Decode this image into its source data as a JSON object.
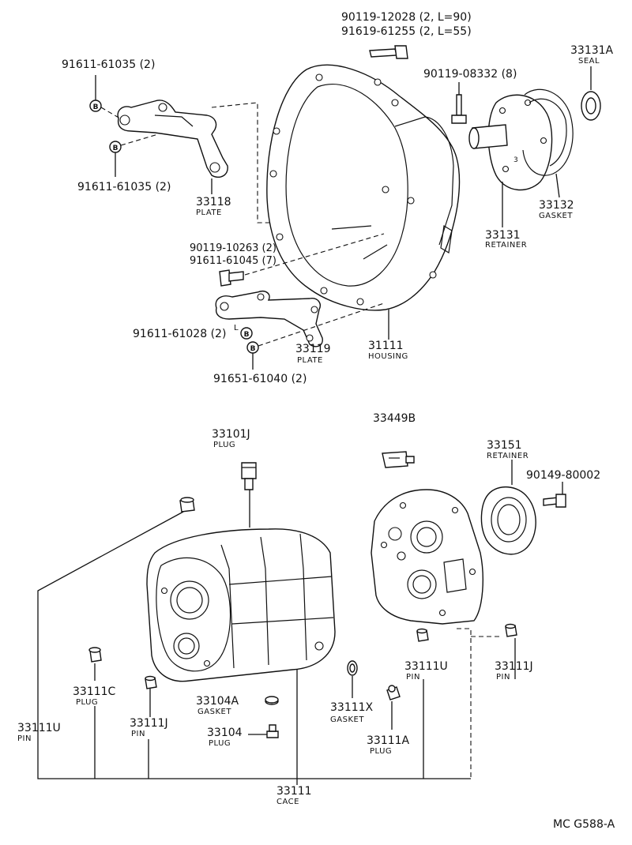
{
  "callouts": {
    "bolt_33118_upper": "91611-61035 (2)",
    "bolt_33118_lower": "91611-61035 (2)",
    "plate_33118_no": "33118",
    "plate_33118_name": "PLATE",
    "bolt_top_1": "90119-12028 (2, L=90)",
    "bolt_top_2": "91619-61255 (2, L=55)",
    "bolt_retainer": "90119-08332 (8)",
    "seal_no": "33131A",
    "seal_name": "SEAL",
    "gasket_33132_no": "33132",
    "gasket_33132_name": "GASKET",
    "retainer_33131_no": "33131",
    "retainer_33131_name": "RETAINER",
    "bolt_housing_1": "90119-10263 (2)",
    "bolt_housing_2": "91611-61045 (7)",
    "bolt_33119": "91611-61028 (2)",
    "bolt_33119_lower": "91651-61040 (2)",
    "plate_33119_no": "33119",
    "plate_33119_name": "PLATE",
    "housing_no": "31111",
    "housing_name": "HOUSING",
    "plug_33101j_no": "33101J",
    "plug_33101j_name": "PLUG",
    "part_33449b": "33449B",
    "retainer_33151_no": "33151",
    "retainer_33151_name": "RETAINER",
    "bolt_33151": "90149-80002",
    "plug_33111c_no": "33111C",
    "plug_33111c_name": "PLUG",
    "pin_33111u_left_no": "33111U",
    "pin_33111u_left_name": "PIN",
    "pin_33111j_left_no": "33111J",
    "pin_33111j_left_name": "PIN",
    "gasket_33104a_no": "33104A",
    "gasket_33104a_name": "GASKET",
    "plug_33104_no": "33104",
    "plug_33104_name": "PLUG",
    "gasket_33111x_no": "33111X",
    "gasket_33111x_name": "GASKET",
    "plug_33111a_no": "33111A",
    "plug_33111a_name": "PLUG",
    "pin_33111u_right_no": "33111U",
    "pin_33111u_right_name": "PIN",
    "pin_33111j_right_no": "33111J",
    "pin_33111j_right_name": "PIN",
    "case_no": "33111",
    "case_name": "CACE"
  },
  "markers": {
    "b": "B",
    "l": "L"
  },
  "footer": {
    "code": "MC G588-A"
  }
}
